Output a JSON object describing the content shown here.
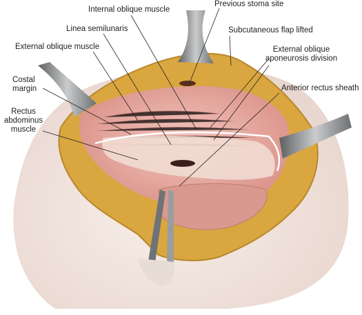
{
  "labels": {
    "internal_oblique": "Internal oblique muscle",
    "previous_stoma": "Previous stoma site",
    "linea_semilunaris": "Linea semilunaris",
    "subcutaneous_flap": "Subcutaneous flap lifted",
    "external_oblique_muscle": "External oblique muscle",
    "external_oblique_aponeurosis": [
      "External oblique",
      "aponeurosis division"
    ],
    "costal_margin": [
      "Costal",
      "margin"
    ],
    "anterior_rectus_sheath": "Anterior rectus sheath",
    "rectus_abdominus": [
      "Rectus",
      "abdominus",
      "muscle"
    ]
  },
  "colors": {
    "fat": "#d9a640",
    "fat_dark": "#b8862a",
    "muscle": "#e7a9a3",
    "muscle_dark": "#c97a76",
    "fascia": "#f1dcd3",
    "retractor": "#8f9294",
    "skin": "#f3e6df"
  }
}
